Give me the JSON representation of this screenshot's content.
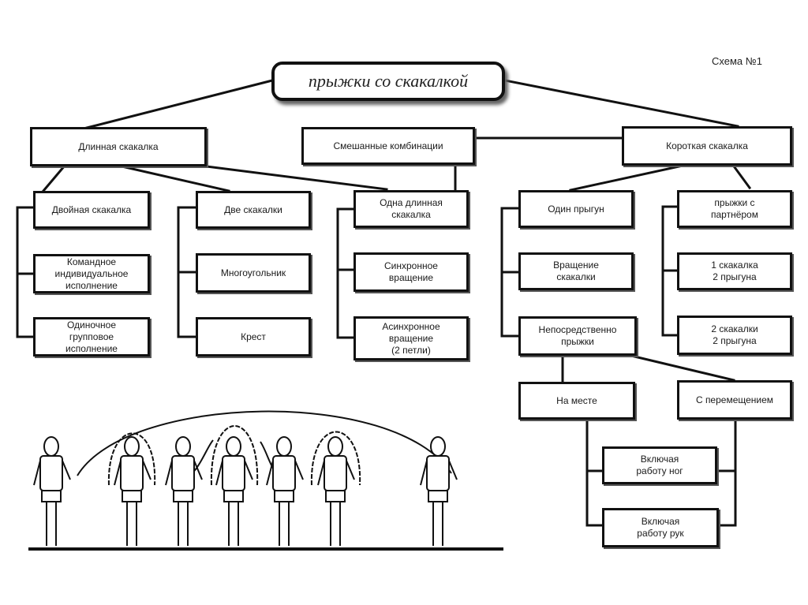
{
  "diagram": {
    "title": "прыжки со скакалкой",
    "scheme_label": "Схема №1",
    "level1": {
      "long_rope": "Длинная скакалка",
      "mixed": "Смешанные комбинации",
      "short_rope": "Короткая скакалка"
    },
    "long_rope_children": {
      "double_rope": "Двойная скакалка",
      "team_individual": "Командное\nиндивидуальное\nисполнение",
      "single_group": "Одиночное\nгрупповое\nисполнение",
      "two_ropes": "Две скакалки",
      "polygon": "Многоугольник",
      "cross": "Крест",
      "one_long_rope": "Одна длинная\nскакалка",
      "sync_rotation": "Синхронное\nвращение",
      "async_rotation": "Асинхронное\nвращение\n(2 петли)"
    },
    "short_rope_children": {
      "one_jumper": "Один прыгун",
      "rope_rotation": "Вращение\nскакалки",
      "direct_jumps": "Непосредственно\nпрыжки",
      "partner_jumps": "прыжки с\nпартнёром",
      "one_rope_two_jumpers": "1 скакалка\n2 прыгуна",
      "two_ropes_two_jumpers": "2 скакалки\n2 прыгуна",
      "in_place": "На месте",
      "with_movement": "С перемещением",
      "with_legs": "Включая\nработу ног",
      "with_arms": "Включая\nработу рук"
    },
    "illustration": {
      "subject": "jump-rope-figures",
      "figure_count": 7
    }
  }
}
